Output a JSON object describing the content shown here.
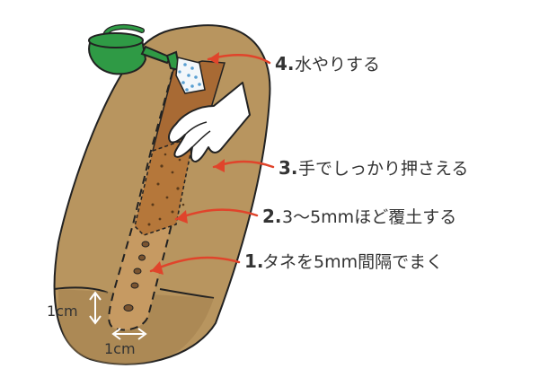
{
  "colors": {
    "soil": "#b8955f",
    "soil_dark": "#a27f4c",
    "furrow_fill": "#c69a62",
    "covered_soil": "#b5773a",
    "pressed_soil": "#a86a34",
    "can_green": "#2f9a45",
    "arrow_red": "#e0442b",
    "outline": "#222222",
    "text": "#333333"
  },
  "steps": [
    {
      "num": "1.",
      "text": "タネを5mm間隔でまく"
    },
    {
      "num": "2.",
      "text": "3〜5mmほど覆土する"
    },
    {
      "num": "3.",
      "text": "手でしっかり押さえる"
    },
    {
      "num": "4.",
      "text": "水やりする"
    }
  ],
  "dimensions": {
    "depth": "1cm",
    "width": "1cm"
  },
  "icons": {
    "watering_can": "watering-can-icon",
    "hand": "hand-icon"
  }
}
